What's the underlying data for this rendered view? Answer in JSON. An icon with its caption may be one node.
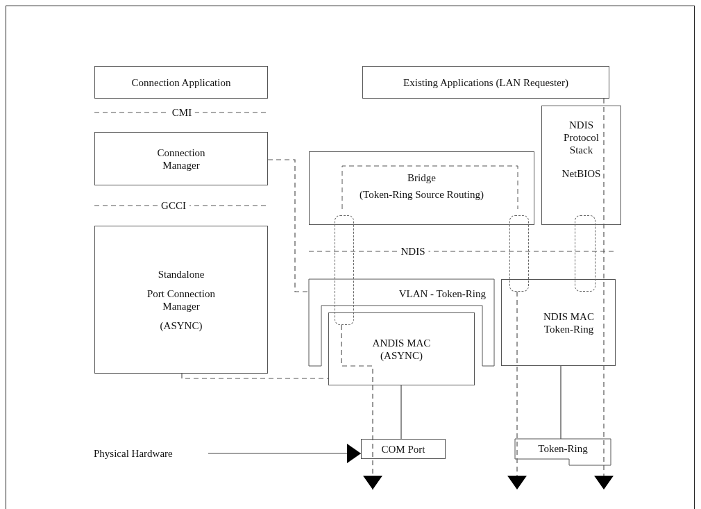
{
  "diagram": {
    "nodes": [
      {
        "text": [
          "Connection Application"
        ]
      },
      {
        "text": [
          "Existing Applications (LAN Requester)"
        ]
      },
      {
        "text": [
          "Connection Manager"
        ]
      },
      {
        "text": [
          "NDIS Protocol Stack",
          "NetBIOS"
        ]
      },
      {
        "text": [
          "Bridge",
          "(Token-Ring Source Routing)"
        ]
      },
      {
        "text": [
          "Standalone",
          "Port Connection Manager",
          "(ASYNC)"
        ]
      },
      {
        "text": [
          "VLAN - Token-Ring"
        ]
      },
      {
        "text": [
          "ANDIS MAC (ASYNC)"
        ]
      },
      {
        "text": [
          "NDIS MAC Token-Ring"
        ]
      },
      {
        "text": [
          "COM Port"
        ]
      },
      {
        "text": [
          "Token-Ring"
        ]
      },
      {
        "text": [
          "Physical Hardware"
        ]
      },
      {
        "text": [],
        "shape": "box"
      },
      {
        "text": [],
        "shape": "box"
      },
      {
        "text": [],
        "shape": "box"
      }
    ],
    "edges": [
      {
        "from": 11,
        "to": 9,
        "arrow": "to"
      },
      {
        "from": 7,
        "to": 9,
        "arrow": "none"
      },
      {
        "from": 8,
        "to": 10,
        "arrow": "none"
      },
      {
        "from": 2,
        "to": 6,
        "arrow": "none",
        "style": "dashed"
      },
      {
        "from": 5,
        "to": 7,
        "arrow": "none",
        "style": "dashed"
      },
      {
        "from": 12,
        "to": null,
        "arrow": "to",
        "style": "dashed"
      },
      {
        "from": 13,
        "to": null,
        "arrow": "to",
        "style": "dashed"
      },
      {
        "from": 1,
        "to": null,
        "arrow": "to",
        "style": "dashed"
      }
    ],
    "labels": [
      "CMI",
      "GCCI",
      "NDIS"
    ]
  }
}
